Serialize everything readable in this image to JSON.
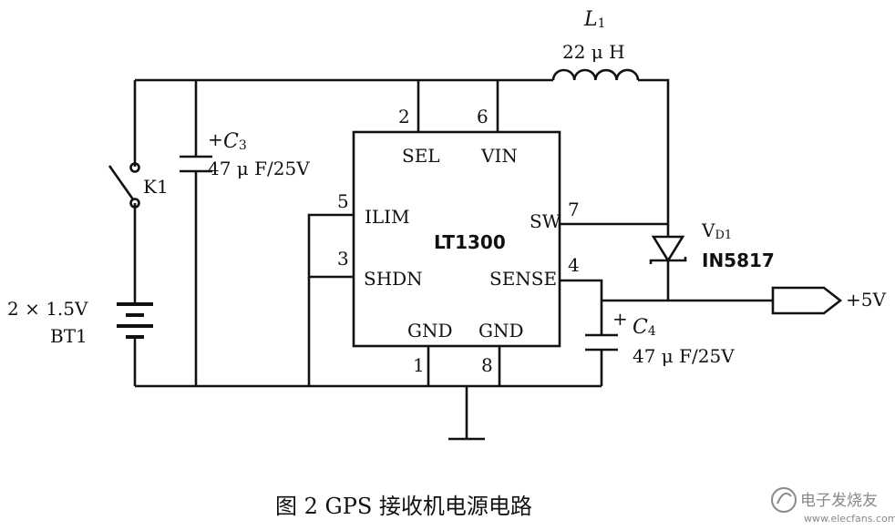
{
  "schematic": {
    "caption": "图 2  GPS 接收机电源电路",
    "watermark": "电子发烧友",
    "watermark_url": "www.elecfans.com",
    "ic": {
      "name": "LT1300",
      "pins": {
        "sel": {
          "label": "SEL",
          "num": "2"
        },
        "vin": {
          "label": "VIN",
          "num": "6"
        },
        "ilim": {
          "label": "ILIM",
          "num": "5"
        },
        "shdn": {
          "label": "SHDN",
          "num": "3"
        },
        "sw": {
          "label": "SW",
          "num": "7"
        },
        "sense": {
          "label": "SENSE",
          "num": "4"
        },
        "gnd1": {
          "label": "GND",
          "num": "1"
        },
        "gnd8": {
          "label": "GND",
          "num": "8"
        }
      }
    },
    "inductor": {
      "ref_letter": "L",
      "ref_sub": "1",
      "value": "22 μ H"
    },
    "c3": {
      "plus": "+",
      "ref_letter": "C",
      "ref_sub": "3",
      "value": "47 μ F/25V"
    },
    "c4": {
      "plus": "+",
      "ref_letter": "C",
      "ref_sub": "4",
      "value": "47 μ F/25V"
    },
    "diode": {
      "ref_letter": "V",
      "ref_sub": "D1",
      "part": "IN5817"
    },
    "switch": {
      "ref": "K1"
    },
    "battery": {
      "value": "2 × 1.5V",
      "ref": "BT1"
    },
    "output": {
      "label": "+5V"
    }
  }
}
